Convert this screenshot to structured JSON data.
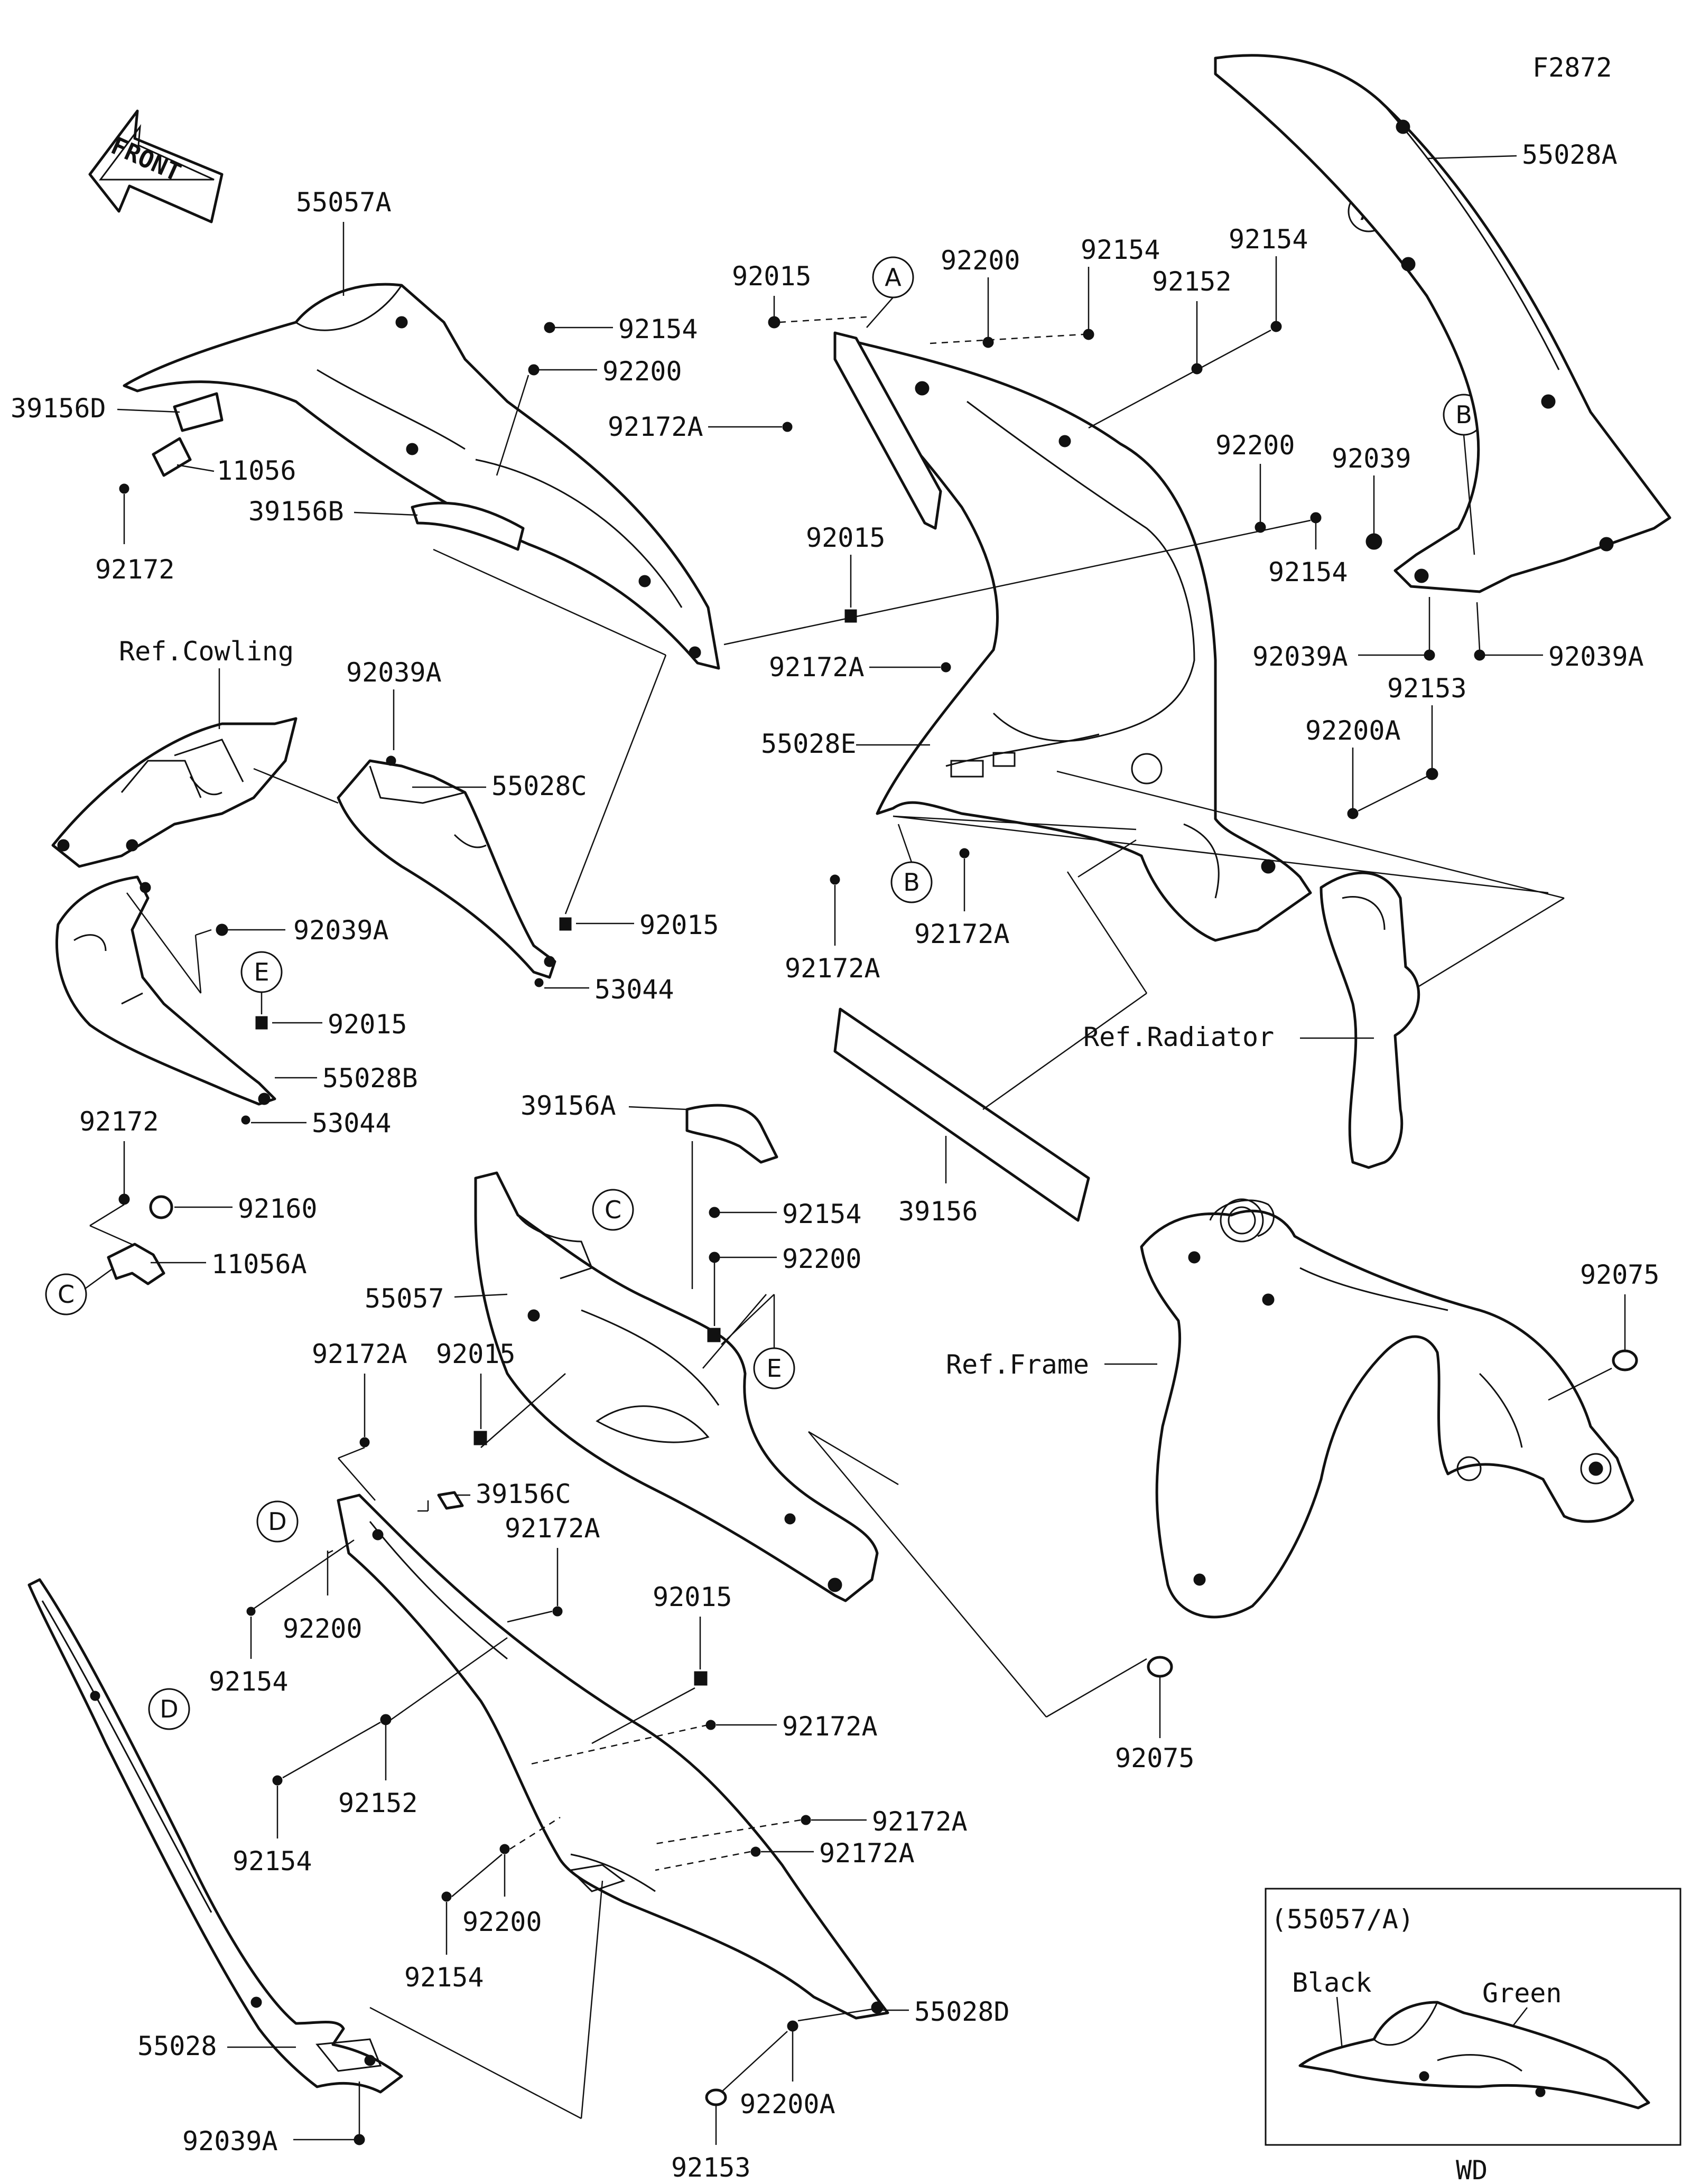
{
  "figure_code": "F2872",
  "front_label": "FRONT",
  "labels": {
    "l55057A": "55057A",
    "l39156D": "39156D",
    "l11056": "11056",
    "l92172_a": "92172",
    "l39156B": "39156B",
    "l92154_a": "92154",
    "l92200_a": "92200",
    "l92015_a": "92015",
    "l92200_b": "92200",
    "l92154_b": "92154",
    "l92154_c": "92154",
    "l92152_a": "92152",
    "l92172A_a": "92172A",
    "l55028A": "55028A",
    "l92200_c": "92200",
    "l92039": "92039",
    "l92154_d": "92154",
    "l92039A_a": "92039A",
    "l92039A_b": "92039A",
    "l92153_a": "92153",
    "l92200A_a": "92200A",
    "l92015_b": "92015",
    "l92172A_b": "92172A",
    "l55028E": "55028E",
    "l92172A_c": "92172A",
    "l92172A_d": "92172A",
    "refCowling": "Ref.Cowling",
    "l92039A_c": "92039A",
    "l55028C": "55028C",
    "l92039A_d": "92039A",
    "l92015_c": "92015",
    "l53044_a": "53044",
    "l92015_d": "92015",
    "l55028B": "55028B",
    "l53044_b": "53044",
    "l92172_b": "92172",
    "l92160": "92160",
    "l11056A": "11056A",
    "l39156A": "39156A",
    "refRadiator": "Ref.Radiator",
    "l39156": "39156",
    "l92154_e": "92154",
    "l92200_d": "92200",
    "l55057": "55057",
    "l92172A_e": "92172A",
    "l92015_e": "92015",
    "refFrame": "Ref.Frame",
    "l92075_a": "92075",
    "l39156C": "39156C",
    "l92172A_f": "92172A",
    "l92200_e": "92200",
    "l92154_f": "92154",
    "l92015_f": "92015",
    "l92172A_g": "92172A",
    "l92152_b": "92152",
    "l92154_g": "92154",
    "l92075_b": "92075",
    "l92172A_h": "92172A",
    "l92172A_i": "92172A",
    "l92200_f": "92200",
    "l92154_h": "92154",
    "l55028": "55028",
    "l55028D": "55028D",
    "l92039A_e": "92039A",
    "l92200A_b": "92200A",
    "l92153_b": "92153"
  },
  "callouts": {
    "A1": "A",
    "A2": "A",
    "B1": "B",
    "B2": "B",
    "C1": "C",
    "C2": "C",
    "D1": "D",
    "D2": "D",
    "E1": "E",
    "E2": "E"
  },
  "inset": {
    "title": "(55057/A)",
    "black": "Black",
    "green": "Green",
    "code": "WD"
  }
}
